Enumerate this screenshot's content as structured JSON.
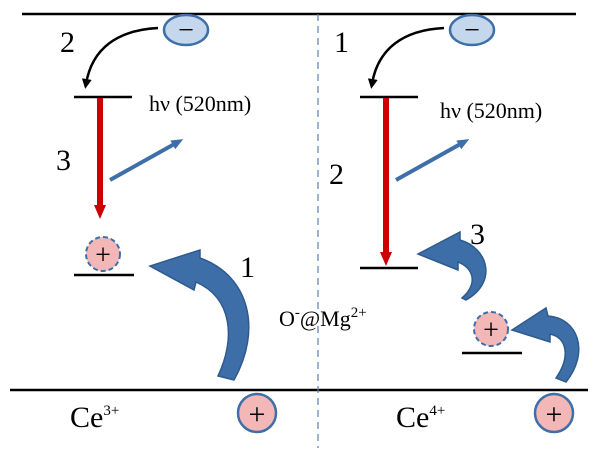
{
  "left_panel": {
    "steps": {
      "electron_step": "2",
      "emission_step": "3",
      "hole_step": "1"
    },
    "emission": {
      "symbol": "hν",
      "wavelength": "(520nm)"
    },
    "ion": {
      "base": "Ce",
      "charge": "3+"
    }
  },
  "right_panel": {
    "steps": {
      "electron_step": "1",
      "emission_step": "2",
      "hole_step": "3"
    },
    "emission": {
      "symbol": "hν",
      "wavelength": "(520nm)"
    },
    "ion": {
      "base": "Ce",
      "charge": "4+"
    }
  },
  "center_defect": {
    "prefix": "O",
    "minus": "-",
    "at_mg": "@Mg",
    "charge": "2+"
  },
  "carriers": {
    "electron_sign": "−",
    "hole_sign": "+"
  },
  "colors": {
    "emission_arrow": "#cc0000",
    "photon_arrow": "#3e6fa8",
    "hole_arrow": "#3d6ea7",
    "electron_fill": "#c5d7ec",
    "hole_fill": "#f4b7b7",
    "divider": "#5b7fb5"
  }
}
